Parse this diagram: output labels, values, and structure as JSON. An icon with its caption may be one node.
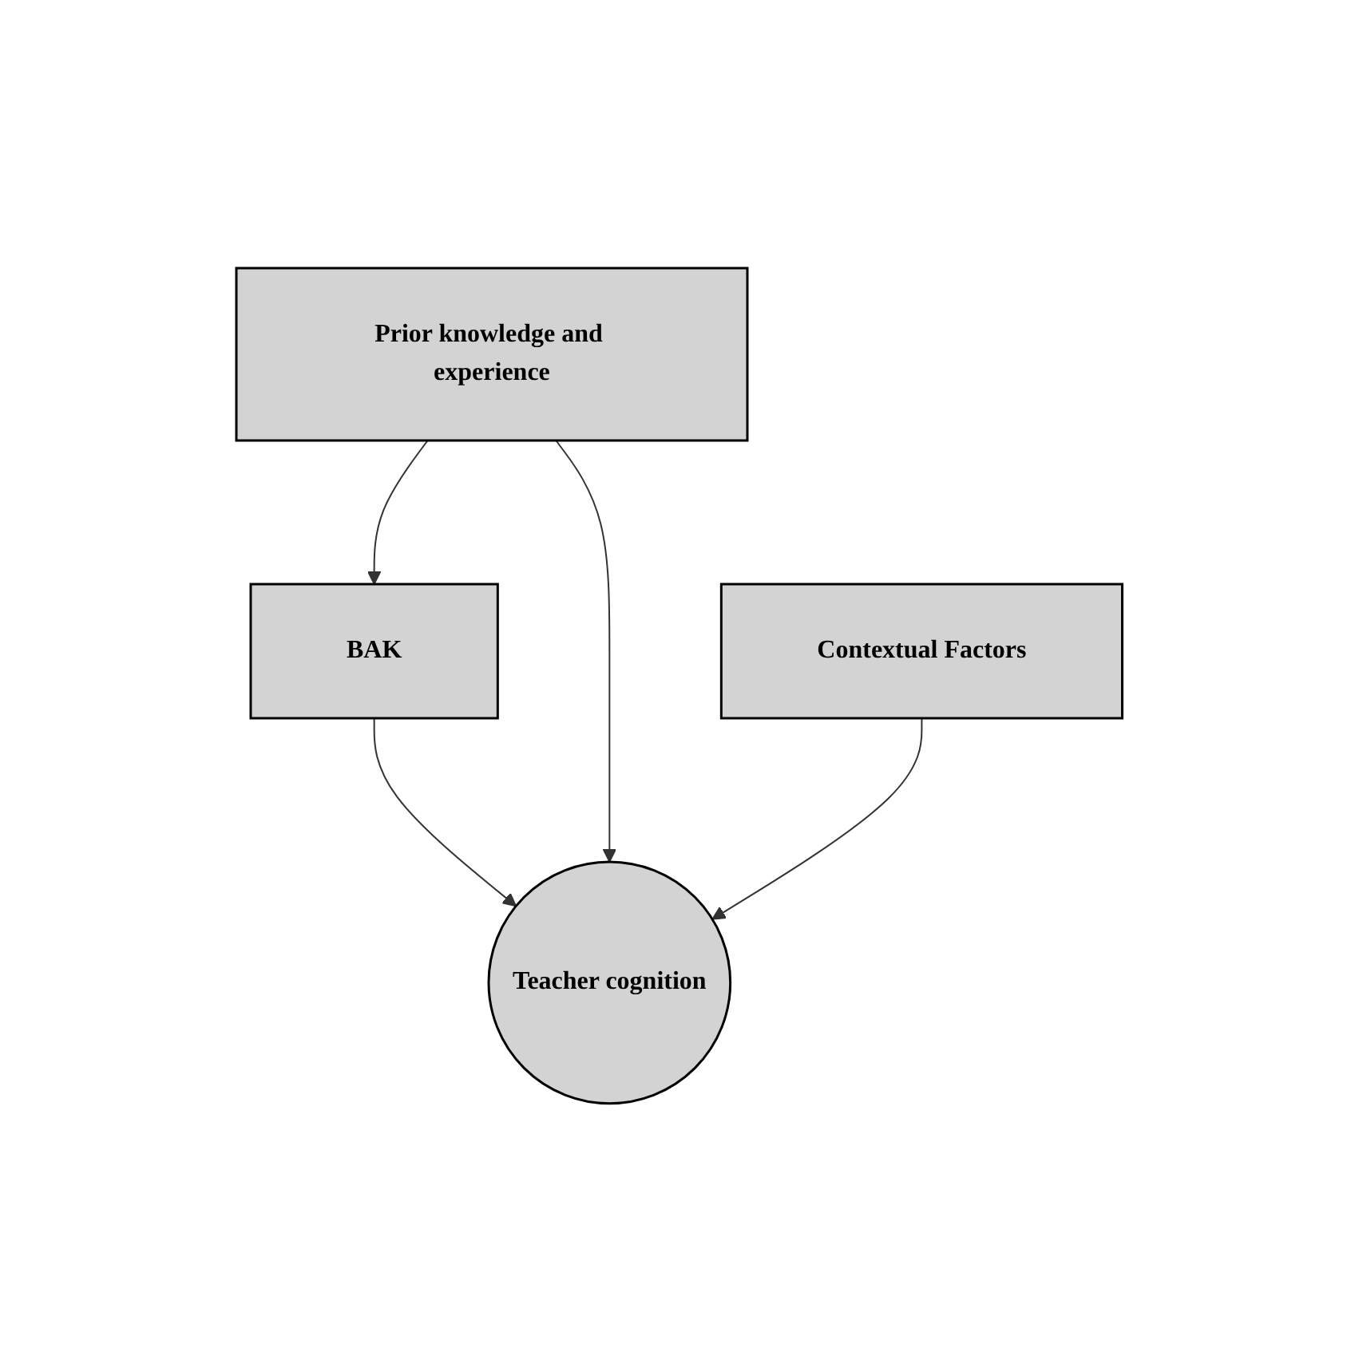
{
  "diagram": {
    "nodes": [
      {
        "text": [
          "BAK"
        ]
      },
      {
        "text": [
          "Prior knowledge and experience"
        ]
      },
      {
        "text": [
          "Teacher cognition"
        ]
      },
      {
        "text": [
          "Contextual Factors"
        ]
      }
    ],
    "edges": [
      {
        "from": 1,
        "to": 0,
        "arrow": "to"
      },
      {
        "from": 0,
        "to": 2,
        "arrow": "to"
      },
      {
        "from": 1,
        "to": 2,
        "arrow": "to"
      },
      {
        "from": 3,
        "to": 2,
        "arrow": "to"
      }
    ]
  }
}
